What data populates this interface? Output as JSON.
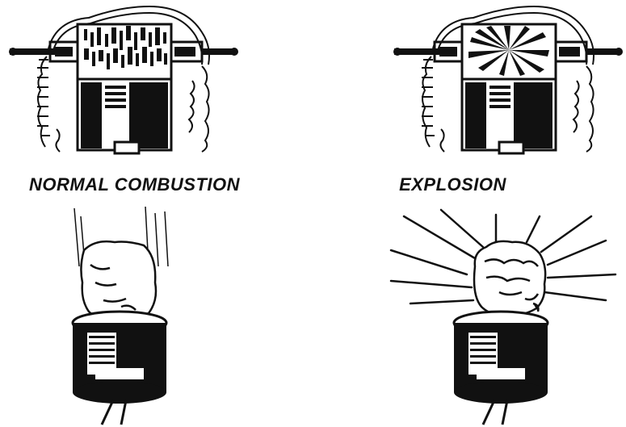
{
  "panels": {
    "normal": {
      "caption": "NORMAL COMBUSTION",
      "flame": "even-flame-front",
      "action": "hand-pushing-gently"
    },
    "explosion": {
      "caption": "EXPLOSION",
      "flame": "detonation-burst",
      "action": "fist-striking-hard"
    }
  },
  "colors": {
    "ink": "#111111",
    "paper": "#ffffff"
  }
}
